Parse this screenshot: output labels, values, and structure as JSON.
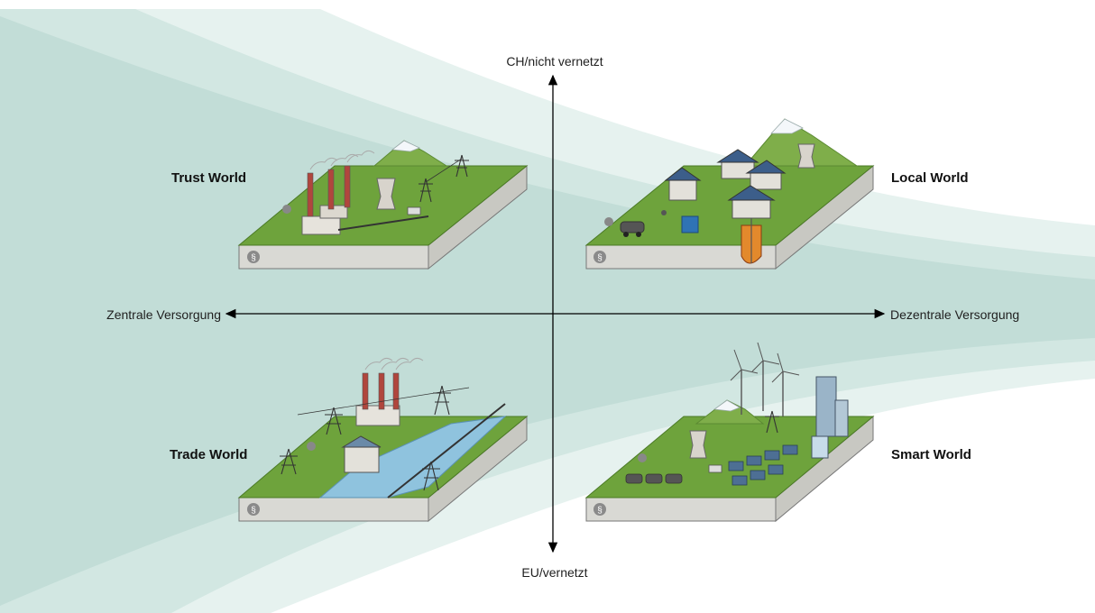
{
  "axes": {
    "top": "CH/nicht vernetzt",
    "bottom": "EU/vernetzt",
    "left": "Zentrale Versorgung",
    "right": "Dezentrale Versorgung"
  },
  "worlds": {
    "trust": "Trust World",
    "local": "Local World",
    "trade": "Trade World",
    "smart": "Smart World"
  },
  "tile_symbols": {
    "regulation": "§"
  },
  "colors": {
    "fan_band": "#cfe5e1",
    "fan_band_light": "#e5f1ee",
    "fan_band_mid": "#bcdbd5",
    "grass": "#6ea33c",
    "slab": "#d9d9d4",
    "water": "#8fc3de",
    "axis": "#000000"
  }
}
